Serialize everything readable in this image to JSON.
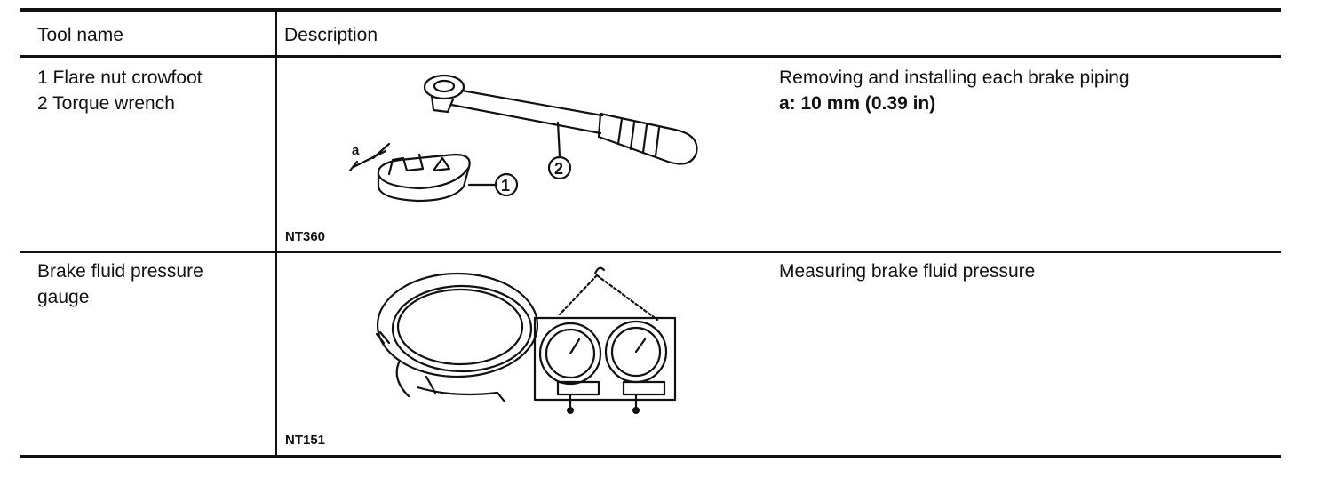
{
  "table": {
    "headers": {
      "tool_name": "Tool name",
      "description": "Description"
    },
    "rows": [
      {
        "tool_name_lines": [
          "1 Flare nut crowfoot",
          "2 Torque wrench"
        ],
        "figure_code": "NT360",
        "figure_labels": {
          "dimension": "a",
          "callout_1": "1",
          "callout_2": "2"
        },
        "description": "Removing and installing each brake piping",
        "spec": "a: 10 mm (0.39 in)"
      },
      {
        "tool_name_lines": [
          "Brake fluid pressure",
          "gauge"
        ],
        "figure_code": "NT151",
        "description": "Measuring brake fluid pressure"
      }
    ]
  }
}
